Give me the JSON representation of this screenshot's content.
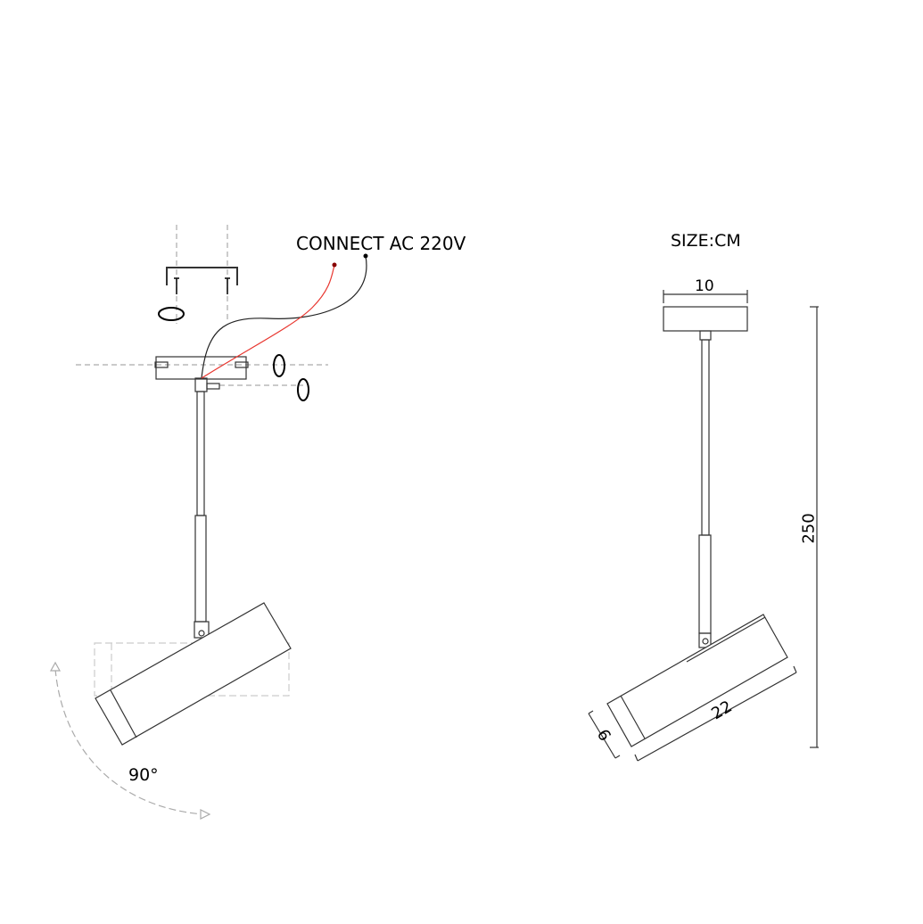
{
  "left_view": {
    "connect_label": "CONNECT AC 220V",
    "rotation_label": "90°",
    "wire_colors": {
      "live": "#e8362f",
      "neutral": "#222222"
    }
  },
  "right_view": {
    "size_unit_label": "SIZE:CM",
    "dim_canopy_width": "10",
    "dim_total_height": "250",
    "dim_head_length": "22",
    "dim_head_diameter": "6"
  }
}
